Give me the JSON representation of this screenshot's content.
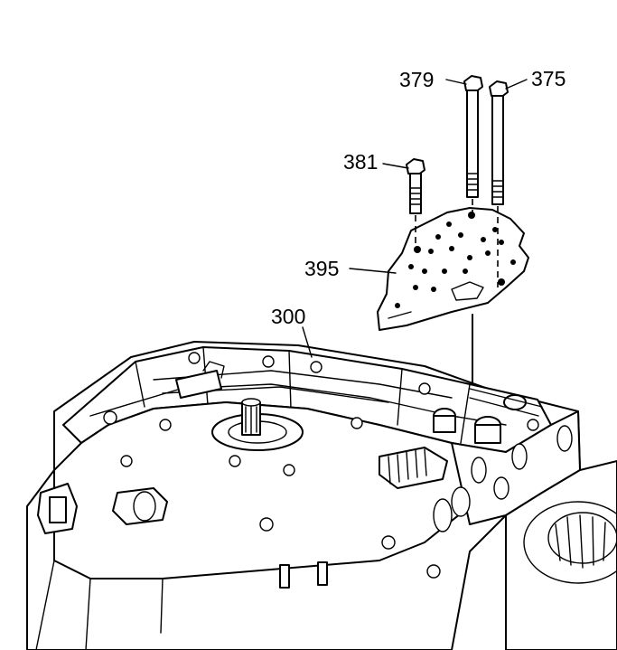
{
  "callouts": {
    "bolt_379": "379",
    "bolt_375": "375",
    "bolt_381": "381",
    "plate_395": "395",
    "valve_body_300": "300"
  }
}
